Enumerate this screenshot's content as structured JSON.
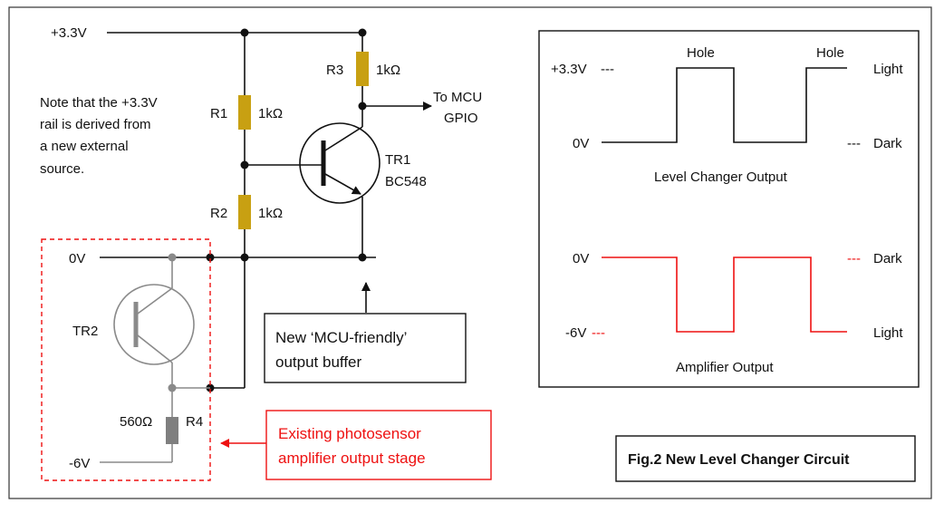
{
  "circuit": {
    "rail_33v": "+3.3V",
    "note": [
      "Note that the +3.3V",
      "rail is derived from",
      "a new external",
      "source."
    ],
    "r1": {
      "name": "R1",
      "value": "1kΩ"
    },
    "r2": {
      "name": "R2",
      "value": "1kΩ"
    },
    "r3": {
      "name": "R3",
      "value": "1kΩ"
    },
    "tr1": {
      "name": "TR1",
      "part": "BC548"
    },
    "mcu": [
      "To MCU",
      "GPIO"
    ],
    "buffer_label": [
      "New ‘MCU-friendly’",
      "output buffer"
    ],
    "zero_v": "0V",
    "tr2": "TR2",
    "r4": {
      "name": "R4",
      "value": "560Ω"
    },
    "neg6v": "-6V",
    "existing_label": [
      "Existing photosensor",
      "amplifier output stage"
    ],
    "caption": "Fig.2 New Level Changer Circuit"
  },
  "waveforms": {
    "top": {
      "title": "Level Changer Output",
      "high_label": "+3.3V",
      "low_label": "0V",
      "hole1": "Hole",
      "hole2": "Hole",
      "light": "Light",
      "dark": "Dark",
      "dash": "---"
    },
    "bottom": {
      "title": "Amplifier Output",
      "high_label": "0V",
      "low_label": "-6V",
      "light": "Light",
      "dark": "Dark",
      "dash": "---",
      "color": "#ee1111"
    }
  },
  "colors": {
    "resistor": "#c8a012",
    "legacy": "#8a8a8a",
    "red": "#ee1111"
  }
}
